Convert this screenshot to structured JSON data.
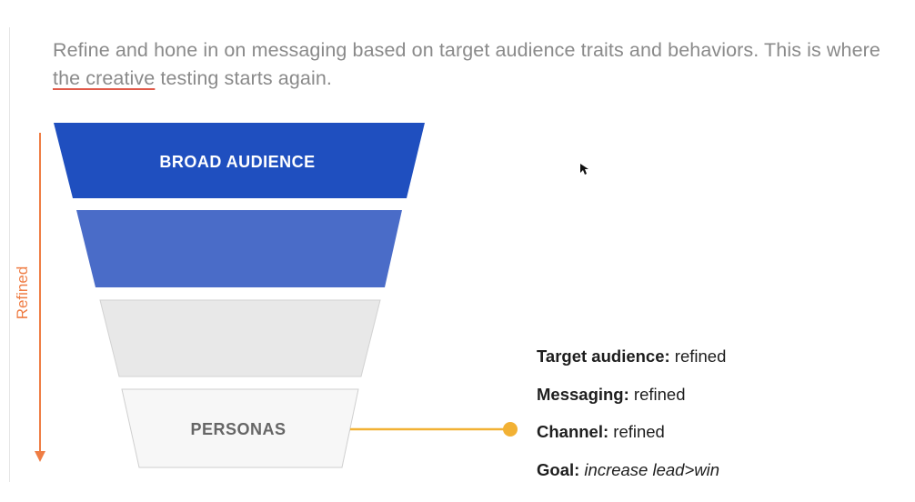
{
  "intro": {
    "before_underline": "Refine and hone in on messaging based on target audience traits and behaviors. This is where ",
    "underlined": "the creative",
    "after_underline": " testing starts again."
  },
  "axis": {
    "label": "Refined"
  },
  "funnel": {
    "tiers": [
      {
        "label": "BROAD AUDIENCE",
        "fill": "#1f4fbf"
      },
      {
        "label": "",
        "fill": "#4a6cc8"
      },
      {
        "label": "",
        "fill": "#e8e8e8"
      },
      {
        "label": "PERSONAS",
        "fill": "#f7f7f7"
      }
    ]
  },
  "details": {
    "target_audience": {
      "key": "Target audience:",
      "value": " refined"
    },
    "messaging": {
      "key": "Messaging:",
      "value": " refined"
    },
    "channel": {
      "key": "Channel:",
      "value": " refined"
    },
    "goal": {
      "key": "Goal:",
      "value": " increase lead>win"
    }
  },
  "colors": {
    "accent_orange": "#ef7d44",
    "connector_gold": "#f2b134",
    "text_gray": "#8a8a8a"
  }
}
